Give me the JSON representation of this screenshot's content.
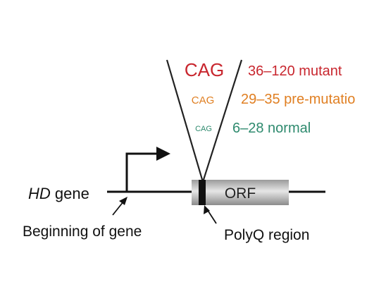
{
  "diagram": {
    "gene_label_italic": "HD",
    "gene_label_rest": " gene",
    "orf_label": "ORF",
    "beginning_label": "Beginning of gene",
    "polyq_label": "PolyQ region",
    "repeats": [
      {
        "codon": "CAG",
        "range": "36–120 mutant",
        "color": "#c8262e"
      },
      {
        "codon": "CAG",
        "range": "29–35 pre-mutatio",
        "color": "#e07f22"
      },
      {
        "codon": "CAG",
        "range": "6–28 normal",
        "color": "#2e8a6e"
      }
    ]
  }
}
